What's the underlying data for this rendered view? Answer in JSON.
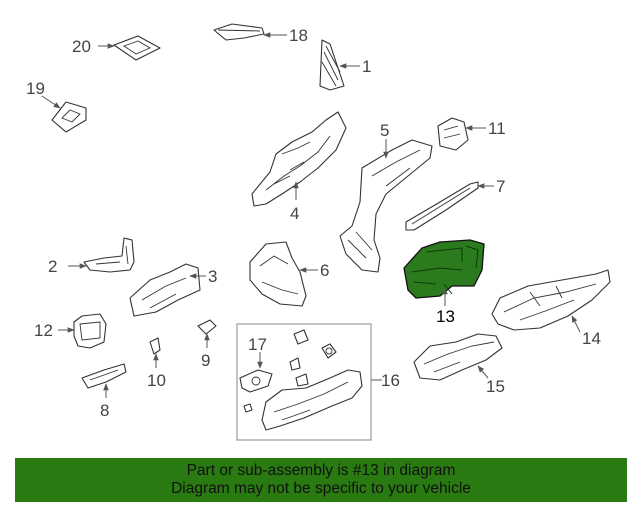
{
  "diagram": {
    "highlighted_part": "13",
    "callouts": [
      "1",
      "2",
      "3",
      "4",
      "5",
      "6",
      "7",
      "8",
      "9",
      "10",
      "11",
      "12",
      "13",
      "14",
      "15",
      "16",
      "17",
      "18",
      "19",
      "20"
    ],
    "colors": {
      "highlight_fill": "#2c7a1e",
      "banner_fill": "#2a7a12",
      "line": "#333333"
    }
  },
  "banner": {
    "line1": "Part or sub-assembly is #13 in diagram",
    "line2": "Diagram may not be specific to your vehicle"
  }
}
